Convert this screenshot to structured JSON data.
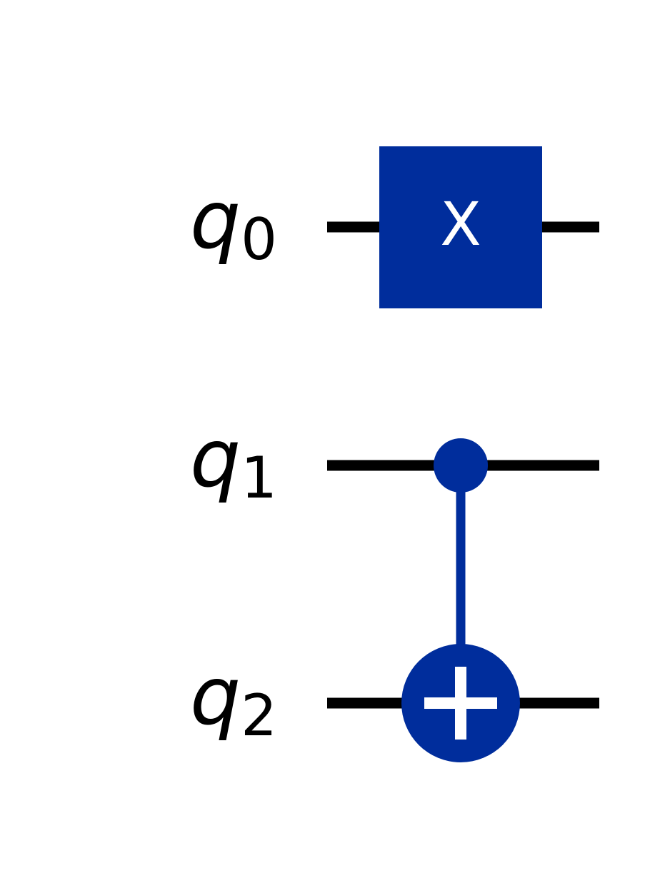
{
  "circuit": {
    "qubits": [
      {
        "letter": "q",
        "index": "0"
      },
      {
        "letter": "q",
        "index": "1"
      },
      {
        "letter": "q",
        "index": "2"
      }
    ],
    "gates": [
      {
        "type": "X",
        "label": "X",
        "target_qubit": 0
      },
      {
        "type": "CNOT",
        "control_qubit": 1,
        "target_qubit": 2,
        "target_symbol": "⊕"
      }
    ],
    "colors": {
      "wire": "#000000",
      "gate": "#002D9C",
      "gate_text": "#FFFFFF",
      "background": "#FFFFFF"
    }
  }
}
